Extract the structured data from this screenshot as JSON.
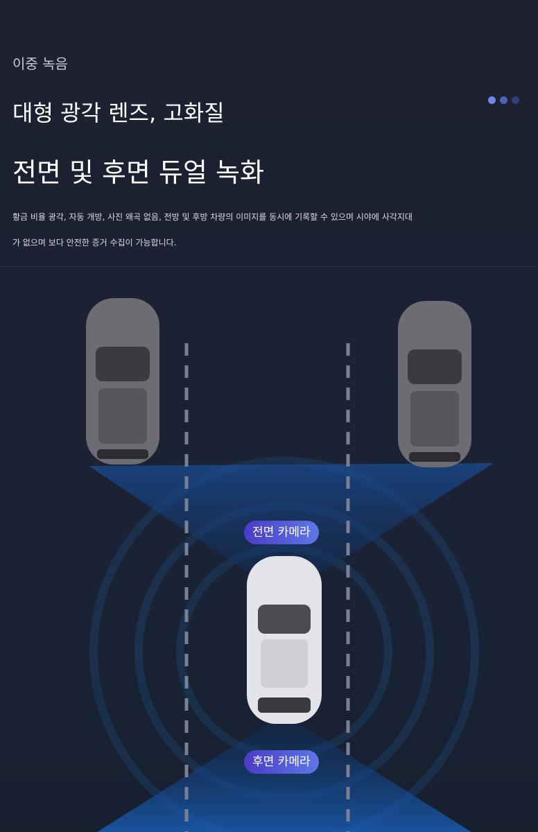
{
  "header": {
    "subtitle": "이중 녹음",
    "title1": "대형 광각 렌즈, 고화질",
    "title2": "전면 및 후면 듀얼 녹화"
  },
  "description": {
    "line1": "황금 비율 광각, 자동 개방, 사진 왜곡 없음, 전방 및 후방 차량의 이미지를 동시에 기록할 수 있으며 시야에 사각지대",
    "line2": "가 없으며 보다 안전한 증거 수집이 가능합니다."
  },
  "pagination": {
    "count": 3,
    "active": 0,
    "colors": [
      "#6f86e6",
      "#5062b8",
      "#343f78"
    ]
  },
  "labels": {
    "front": "전면 카메라",
    "rear": "후면 카메라"
  }
}
